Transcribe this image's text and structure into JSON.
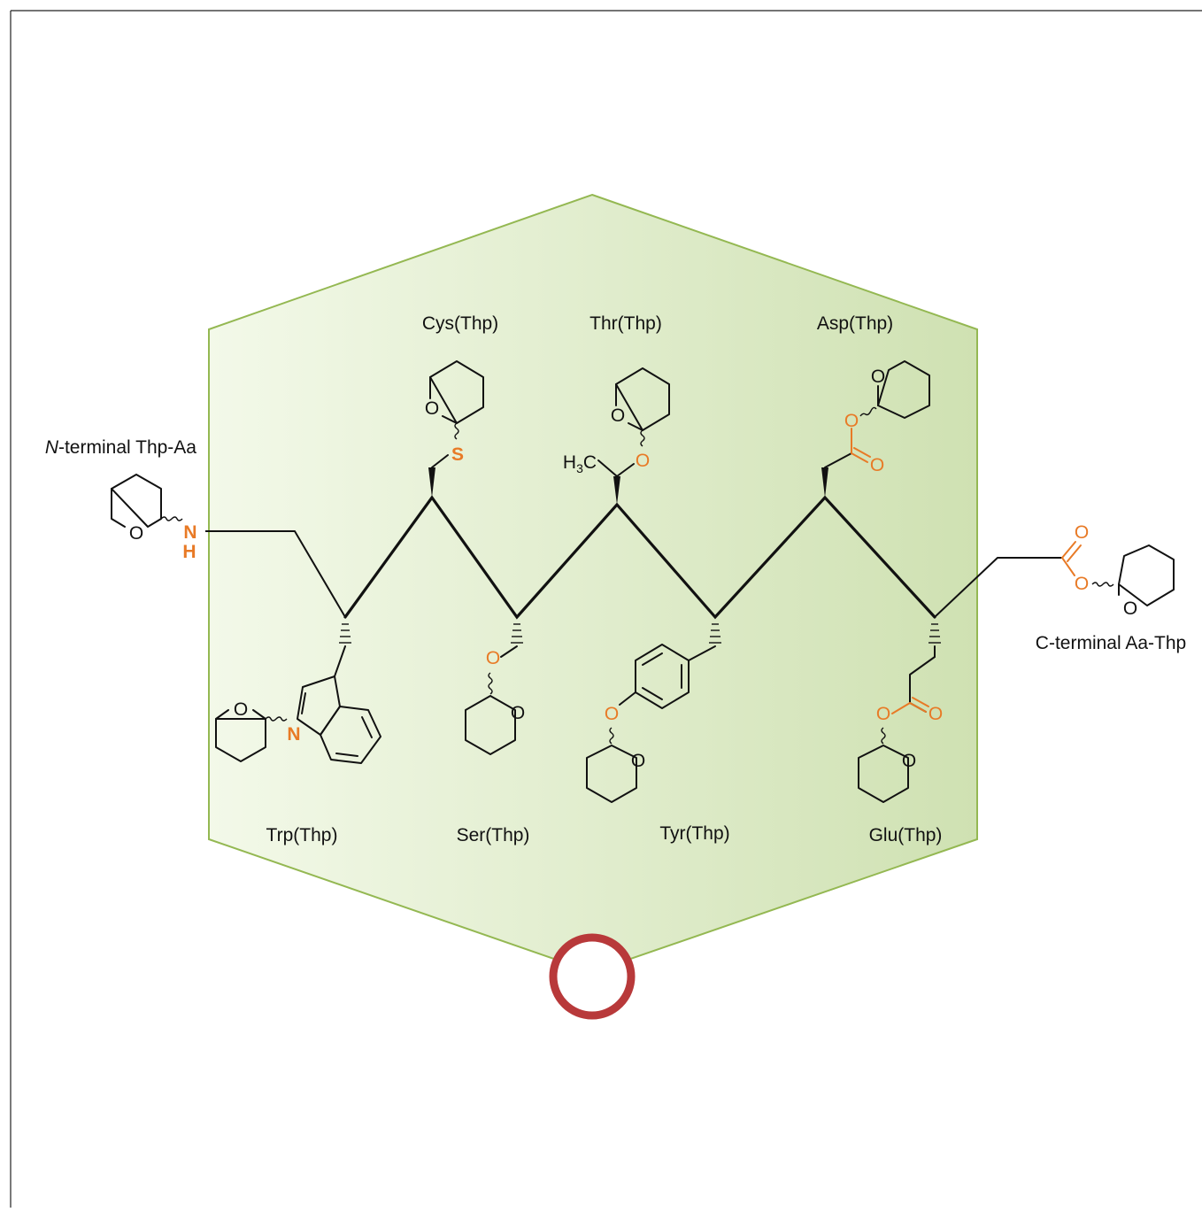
{
  "diagram": {
    "colors": {
      "panel_fill_light": "#f3f9e9",
      "panel_fill_dark": "#cfe1b2",
      "panel_stroke": "#94b852",
      "highlight_atom": "#e87a26",
      "ring_marker": "#b8393a",
      "bond": "#111111"
    },
    "terminals": {
      "n_terminal_prefix": "N",
      "n_terminal_rest": "-terminal Thp-Aa",
      "c_terminal": "C-terminal Aa-Thp"
    },
    "residues_top": [
      {
        "id": "cys",
        "label": "Cys(Thp)"
      },
      {
        "id": "thr",
        "label": "Thr(Thp)"
      },
      {
        "id": "asp",
        "label": "Asp(Thp)"
      }
    ],
    "residues_bottom": [
      {
        "id": "trp",
        "label": "Trp(Thp)"
      },
      {
        "id": "ser",
        "label": "Ser(Thp)"
      },
      {
        "id": "tyr",
        "label": "Tyr(Thp)"
      },
      {
        "id": "glu",
        "label": "Glu(Thp)"
      }
    ],
    "atoms": {
      "oxygen": "O",
      "nitrogen": "N",
      "hydrogen": "H",
      "sulfur": "S",
      "methyl_h": "H",
      "methyl_sub": "3",
      "methyl_c": "C"
    },
    "marker": {
      "icon": "circle-ring-icon"
    }
  }
}
